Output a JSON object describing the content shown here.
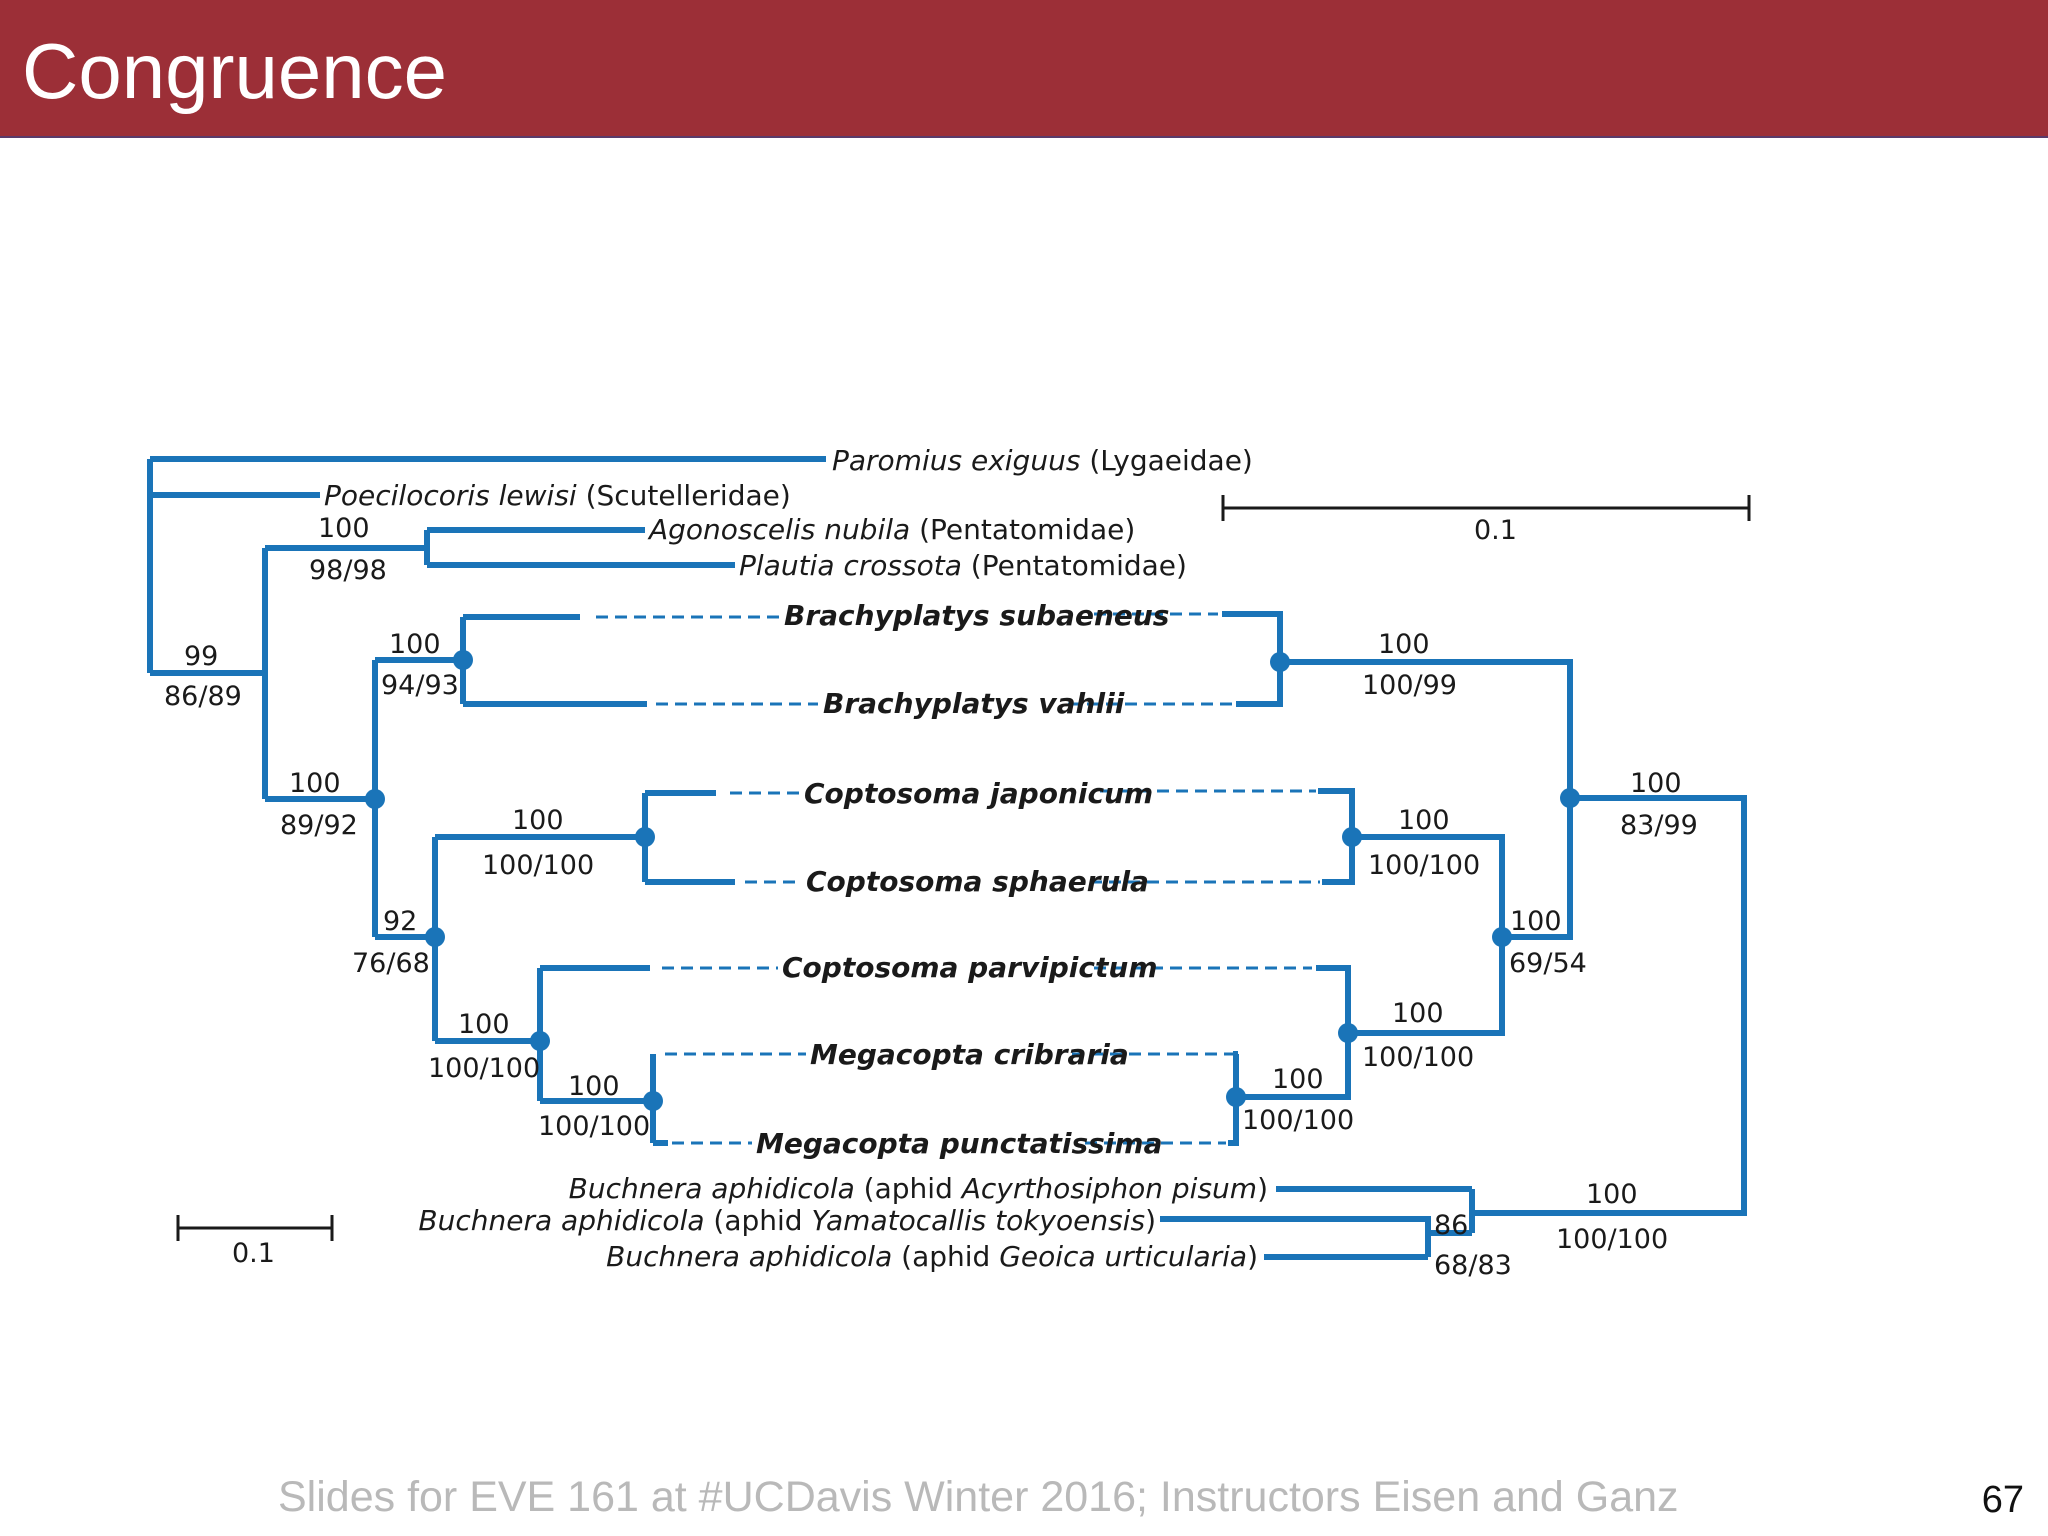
{
  "slide": {
    "title": "Congruence",
    "footer": "Slides for EVE 161 at #UCDavis Winter 2016; Instructors Eisen and Ganz",
    "page_number": "67"
  },
  "colors": {
    "title_bar": "#9c2f37",
    "tree_branches": "#1a74b8",
    "footer_text": "#b9b9b9"
  },
  "host_tree": {
    "taxa": [
      {
        "species": "Paromius exiguus",
        "family": "(Lygaeidae)"
      },
      {
        "species": "Poecilocoris lewisi",
        "family": "(Scutelleridae)"
      },
      {
        "species": "Agonoscelis nubila",
        "family": "(Pentatomidae)"
      },
      {
        "species": "Plautia crossota",
        "family": "(Pentatomidae)"
      },
      {
        "species": "Brachyplatys subaeneus"
      },
      {
        "species": "Brachyplatys vahlii"
      },
      {
        "species": "Coptosoma japonicum"
      },
      {
        "species": "Coptosoma sphaerula"
      },
      {
        "species": "Coptosoma parvipictum"
      },
      {
        "species": "Megacopta cribraria"
      },
      {
        "species": "Megacopta punctatissima"
      }
    ],
    "supports": [
      {
        "top": "100",
        "bottom": "98/98"
      },
      {
        "top": "99",
        "bottom": "86/89"
      },
      {
        "top": "100",
        "bottom": "94/93"
      },
      {
        "top": "100",
        "bottom": "89/92"
      },
      {
        "top": "100",
        "bottom": "100/100"
      },
      {
        "top": "92",
        "bottom": "76/68"
      },
      {
        "top": "100",
        "bottom": "100/100"
      },
      {
        "top": "100",
        "bottom": "100/100"
      }
    ],
    "scale_bar": "0.1"
  },
  "symbiont_tree": {
    "taxa": [
      {
        "pre": "Buchnera aphidicola",
        "mid": " (aphid ",
        "host": "Acyrthosiphon pisum",
        "post": ")"
      },
      {
        "pre": "Buchnera aphidicola",
        "mid": " (aphid ",
        "host": "Yamatocallis tokyoensis",
        "post": ")"
      },
      {
        "pre": "Buchnera aphidicola",
        "mid": " (aphid ",
        "host": "Geoica urticularia",
        "post": ")"
      }
    ],
    "supports": [
      {
        "top": "100",
        "bottom": "100/99"
      },
      {
        "top": "100",
        "bottom": "83/99"
      },
      {
        "top": "100",
        "bottom": "100/100"
      },
      {
        "top": "100",
        "bottom": "69/54"
      },
      {
        "top": "100",
        "bottom": "100/100"
      },
      {
        "top": "100",
        "bottom": "100/100"
      },
      {
        "top": "100",
        "bottom": "100/100"
      },
      {
        "top": "86",
        "bottom": "68/83"
      }
    ],
    "scale_bar": "0.1"
  }
}
